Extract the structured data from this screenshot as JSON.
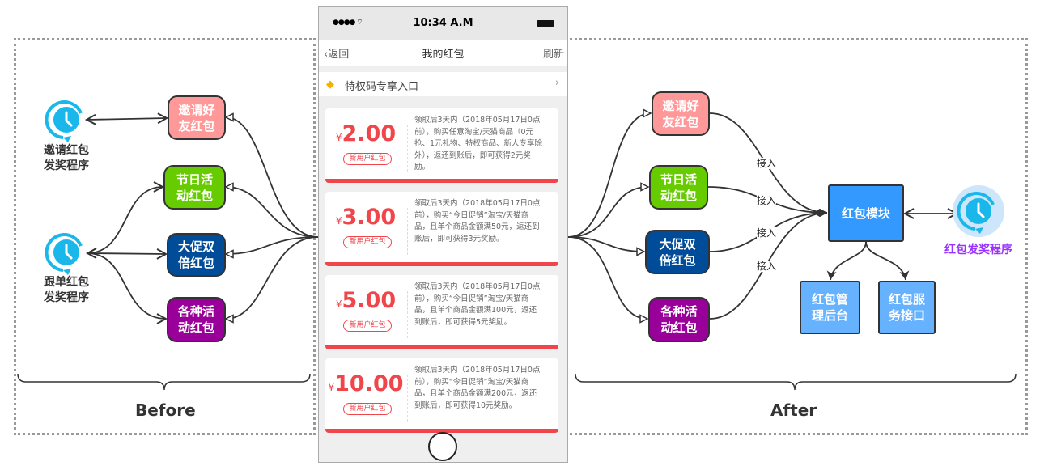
{
  "before_section": {
    "title": "Before",
    "programs": [
      {
        "label": "邀请红包\n发奖程序",
        "line1": "邀请红包",
        "line2": "发奖程序",
        "icon": "clock-icon"
      },
      {
        "label": "跟单红包\n发奖程序",
        "line1": "跟单红包",
        "line2": "发奖程序",
        "icon": "clock-icon"
      }
    ],
    "nodes": [
      {
        "line1": "邀请好",
        "line2": "友红包",
        "color": "#ff9999"
      },
      {
        "line1": "节日活",
        "line2": "动红包",
        "color": "#66cc00"
      },
      {
        "line1": "大促双",
        "line2": "倍红包",
        "color": "#004c99"
      },
      {
        "line1": "各种活",
        "line2": "动红包",
        "color": "#990099"
      }
    ]
  },
  "after_section": {
    "title": "After",
    "nodes": [
      {
        "line1": "邀请好",
        "line2": "友红包",
        "color": "#ff9999"
      },
      {
        "line1": "节日活",
        "line2": "动红包",
        "color": "#66cc00"
      },
      {
        "line1": "大促双",
        "line2": "倍红包",
        "color": "#004c99"
      },
      {
        "line1": "各种活",
        "line2": "动红包",
        "color": "#990099"
      }
    ],
    "edge_label": "接入",
    "module": {
      "label": "红包模块",
      "color": "#3399ff"
    },
    "children": [
      {
        "line1": "红包管",
        "line2": "理后台",
        "color": "#66b2ff"
      },
      {
        "line1": "红包服",
        "line2": "务接口",
        "color": "#66b2ff"
      }
    ],
    "program": {
      "label": "红包发奖程序",
      "color": "#9933ff",
      "icon": "clock-icon"
    }
  },
  "phone": {
    "status_time": "10:34 A.M",
    "nav": {
      "back": "返回",
      "title": "我的红包",
      "refresh": "刷新"
    },
    "privilege_entry": "特权码专享入口",
    "currency": "¥",
    "coupons": [
      {
        "amount": "2.00",
        "tag": "新用户红包",
        "desc": "领取后3天内（2018年05月17日0点前），购买任意淘宝/天猫商品（0元抢、1元礼物、特权商品、新人专享除外），返还到账后，即可获得2元奖励。"
      },
      {
        "amount": "3.00",
        "tag": "新用户红包",
        "desc": "领取后3天内（2018年05月17日0点前），购买“今日促销”淘宝/天猫商品，且单个商品金额满50元，返还到账后，即可获得3元奖励。"
      },
      {
        "amount": "5.00",
        "tag": "新用户红包",
        "desc": "领取后3天内（2018年05月17日0点前），购买“今日促销”淘宝/天猫商品，且单个商品金额满100元，返还到账后，即可获得5元奖励。"
      },
      {
        "amount": "10.00",
        "tag": "新用户红包",
        "desc": "领取后3天内（2018年05月17日0点前），购买“今日促销”淘宝/天猫商品，且单个商品金额满200元，返还到账后，即可获得10元奖励。"
      }
    ]
  }
}
